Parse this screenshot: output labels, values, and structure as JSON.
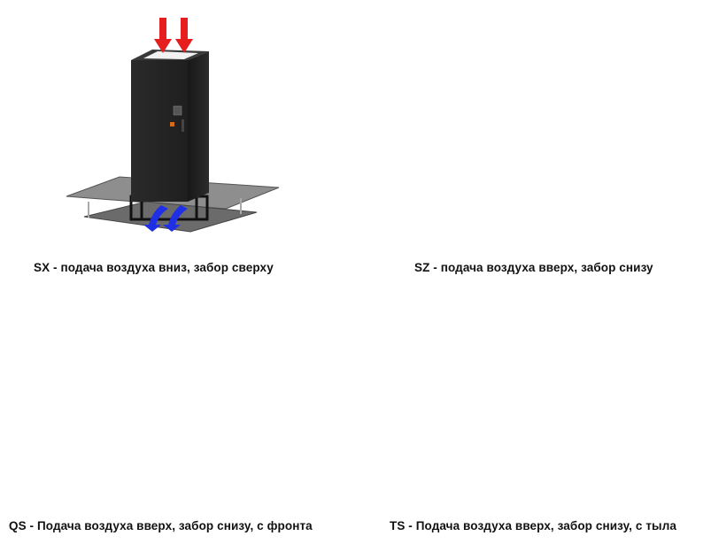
{
  "variants": [
    {
      "id": "sx",
      "caption": "SX - подача воздуха вниз, забор сверху"
    },
    {
      "id": "sz",
      "caption": "SZ - подача воздуха вверх, забор снизу"
    },
    {
      "id": "qs",
      "caption": "QS - Подача воздуха вверх, забор снизу, с фронта"
    },
    {
      "id": "ts",
      "caption": "TS - Подача воздуха вверх, забор снизу, с тыла"
    }
  ],
  "colors": {
    "cabinet": "#262626",
    "cabinet_side": "#1a1a1a",
    "floor": "#6e6e6e",
    "intake_arrow": "#e61e1e",
    "supply_arrow": "#1e2fe6"
  }
}
